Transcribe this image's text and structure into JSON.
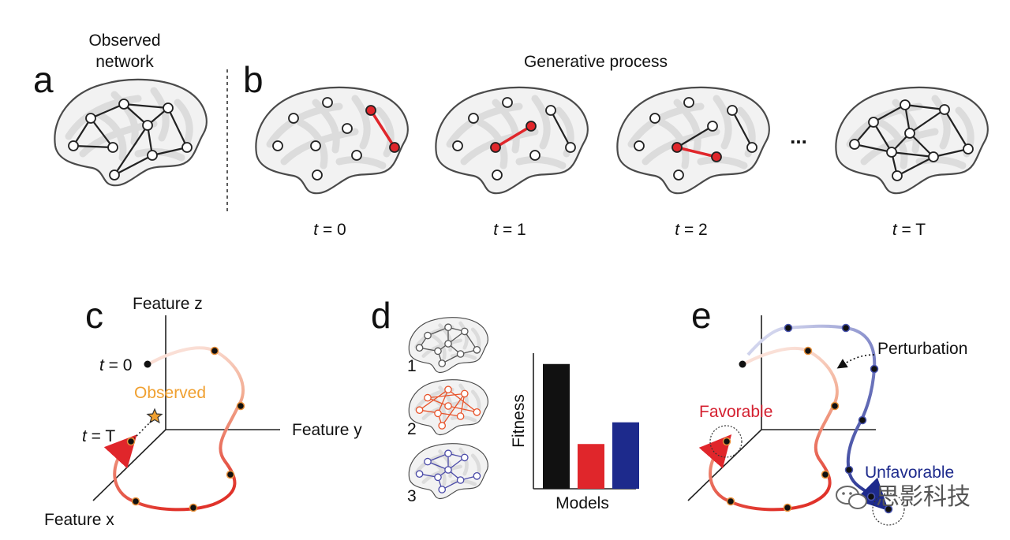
{
  "panels": {
    "a": {
      "letter": "a",
      "title_line1": "Observed",
      "title_line2": "network"
    },
    "b": {
      "letter": "b",
      "title": "Generative process",
      "time_labels": [
        {
          "var": "t",
          "rest": " = 0"
        },
        {
          "var": "t",
          "rest": " = 1"
        },
        {
          "var": "t",
          "rest": " = 2"
        },
        {
          "var": "t",
          "rest": " = T"
        }
      ],
      "ellipsis": "..."
    },
    "c": {
      "letter": "c",
      "axis_z": "Feature z",
      "axis_y": "Feature y",
      "axis_x": "Feature x",
      "start_label": {
        "var": "t",
        "rest": " = 0"
      },
      "end_label": {
        "var": "t",
        "rest": " = T"
      },
      "observed_label": "Observed"
    },
    "d": {
      "letter": "d",
      "model_numbers": [
        "1",
        "2",
        "3"
      ],
      "ylabel": "Fitness",
      "xlabel": "Models"
    },
    "e": {
      "letter": "e",
      "perturbation": "Perturbation",
      "favorable": "Favorable",
      "unfavorable": "Unfavorable"
    }
  },
  "watermark": "思影科技",
  "colors": {
    "red_node": "#e0262b",
    "observed_orange": "#f0a030",
    "favorable_red": "#d42030",
    "unfavorable_blue": "#1d2a8c",
    "model2_orange": "#e8532a",
    "model3_purple": "#4a4aa8"
  },
  "chart_data": {
    "type": "bar",
    "categories": [
      "1",
      "2",
      "3"
    ],
    "values": [
      0.92,
      0.33,
      0.49
    ],
    "colors": [
      "#111111",
      "#e0262b",
      "#1d2a8c"
    ],
    "title": "",
    "xlabel": "Models",
    "ylabel": "Fitness",
    "ylim": [
      0,
      1
    ]
  }
}
